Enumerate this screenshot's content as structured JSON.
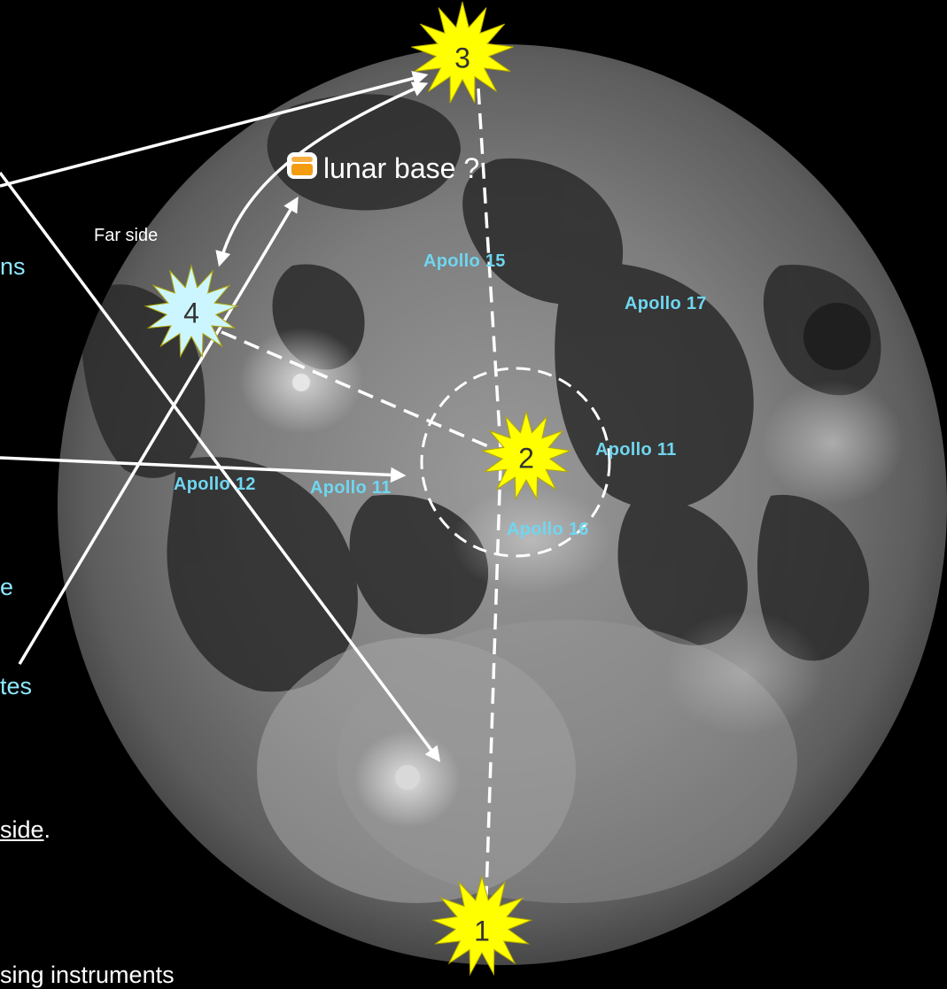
{
  "labels": {
    "lunar_base": "lunar base ?",
    "far_side": "Far side"
  },
  "apollo_sites": [
    "Apollo 15",
    "Apollo 17",
    "Apollo 11",
    "Apollo 12",
    "Apollo 11",
    "Apollo 16"
  ],
  "markers": [
    {
      "number": "1",
      "color": "#ffff00"
    },
    {
      "number": "2",
      "color": "#ffff00"
    },
    {
      "number": "3",
      "color": "#ffff00"
    },
    {
      "number": "4",
      "color": "#ccf6ff"
    }
  ],
  "left_clipped_text": {
    "line_a": "ns",
    "line_b": "e",
    "line_c": "tes",
    "line_d_underlined": " side",
    "line_d_tail": ".",
    "line_e": "sing instruments"
  },
  "colors": {
    "background": "#000000",
    "arrow": "#ffffff",
    "marker_yellow": "#ffff00",
    "marker_cyan": "#ccf6ff",
    "apollo_label": "#6fd6f0",
    "base_icon": "#f39c12"
  }
}
